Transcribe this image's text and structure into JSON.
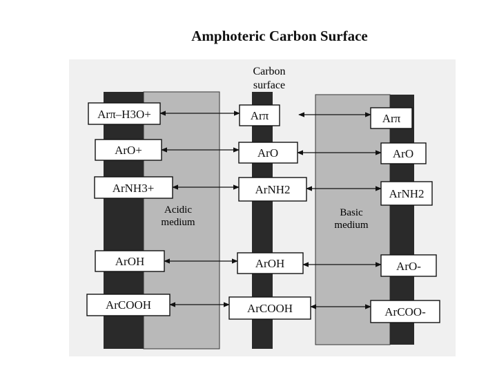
{
  "title": "Amphoteric Carbon Surface",
  "diagram": {
    "center_label_line1": "Carbon",
    "center_label_line2": "surface",
    "left_medium_line1": "Acidic",
    "left_medium_line2": "medium",
    "right_medium_line1": "Basic",
    "right_medium_line2": "medium",
    "rows": [
      {
        "left": "Arπ–H3O+",
        "center": "Arπ",
        "right": "Arπ"
      },
      {
        "left": "ArO+",
        "center": "ArO",
        "right": "ArO"
      },
      {
        "left": "ArNH3+",
        "center": "ArNH2",
        "right": "ArNH2"
      },
      {
        "left": "ArOH",
        "center": "ArOH",
        "right": "ArO-"
      },
      {
        "left": "ArCOOH",
        "center": "ArCOOH",
        "right": "ArCOO-"
      }
    ]
  }
}
